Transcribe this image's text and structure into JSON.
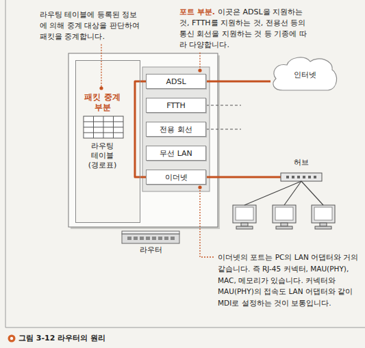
{
  "diagram": {
    "caption": "그림 3-12 라우터의 원리",
    "nodes": [
      {
        "text": [
          "패킷 중계 부분",
          "라우팅 테이블 (경로표)"
        ]
      },
      {
        "text": [
          "ADSL"
        ]
      },
      {
        "text": [
          "FTTH"
        ]
      },
      {
        "text": [
          "전용 회선"
        ]
      },
      {
        "text": [
          "무선 LAN"
        ]
      },
      {
        "text": [
          "이더넷"
        ]
      },
      {
        "text": [
          "인터넷"
        ]
      },
      {
        "text": [
          "허브"
        ]
      }
    ],
    "edges": [
      {
        "from": 6,
        "to": 1,
        "arrow": "none"
      },
      {
        "from": 1,
        "to": 0,
        "arrow": "none"
      },
      {
        "from": 0,
        "to": 5,
        "arrow": "none"
      },
      {
        "from": 5,
        "to": 7,
        "arrow": "none"
      }
    ],
    "labels": [
      "라우팅 테이블에 등록된 정보에 의해 중계 대상을 판단하여 패킷을 중계합니다.",
      "포트 부분.",
      "이곳은 ADSL을 지원하는 것, FTTH를 지원하는 것, 전용선 등의 통신 회선을 지원하는 것 등 기종에 따라 다양합니다.",
      "라우터",
      "이더넷의 포트는 PC의 LAN 어댑터와 거의 같습니다. 즉 RJ-45 커넥터, MAU(PHY), MAC, 메모리가 있습니다. 커넥터와 MAU(PHY)의 접속도 LAN 어댑터와 같이 MDI로 설정하는 것이 보통입니다."
    ]
  }
}
